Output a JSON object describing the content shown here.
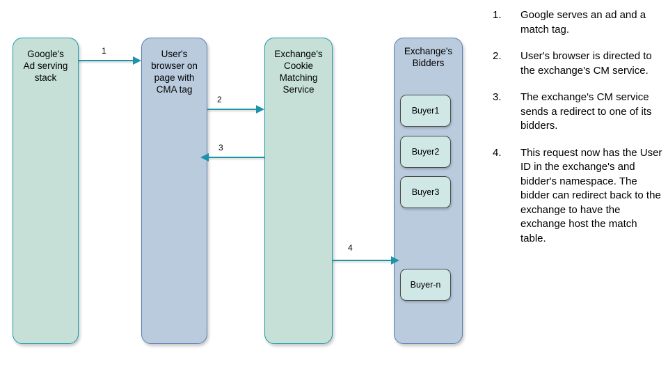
{
  "diagram": {
    "nodes": [
      {
        "id": "google",
        "label": "Google's\nAd serving\nstack",
        "color": "#c6e0d8",
        "border": "#1b9aaa"
      },
      {
        "id": "browser",
        "label": "User's\nbrowser on\npage with\nCMA tag",
        "color": "#bacbde",
        "border": "#5b7fb5"
      },
      {
        "id": "cms",
        "label": "Exchange's\nCookie\nMatching\nService",
        "color": "#c6e0d8",
        "border": "#1b9aaa"
      },
      {
        "id": "bidders",
        "label": "Exchange's\nBidders",
        "color": "#bacbde",
        "border": "#5b7fb5"
      }
    ],
    "buyers": [
      {
        "id": "buyer-1",
        "label": "Buyer1"
      },
      {
        "id": "buyer-2",
        "label": "Buyer2"
      },
      {
        "id": "buyer-3",
        "label": "Buyer3"
      },
      {
        "id": "buyer-n",
        "label": "Buyer-n"
      }
    ],
    "arrows": [
      {
        "id": "arrow-1",
        "label": "1",
        "from": "google",
        "to": "browser",
        "direction": "right"
      },
      {
        "id": "arrow-2",
        "label": "2",
        "from": "browser",
        "to": "cms",
        "direction": "right"
      },
      {
        "id": "arrow-3",
        "label": "3",
        "from": "cms",
        "to": "browser",
        "direction": "left"
      },
      {
        "id": "arrow-4",
        "label": "4",
        "from": "cms",
        "to": "bidders",
        "direction": "right"
      }
    ],
    "arrow_color": "#1b93a8"
  },
  "steps": [
    {
      "number": "1.",
      "text": "Google serves an ad and a match tag."
    },
    {
      "number": "2.",
      "text": "User's browser is directed to the exchange's CM service."
    },
    {
      "number": "3.",
      "text": "The exchange's CM service sends a redirect to one of its bidders."
    },
    {
      "number": "4.",
      "text": "This request now has the User ID in the exchange's and bidder's namespace. The bidder can redirect back to the exchange to have the exchange host the match table."
    }
  ]
}
